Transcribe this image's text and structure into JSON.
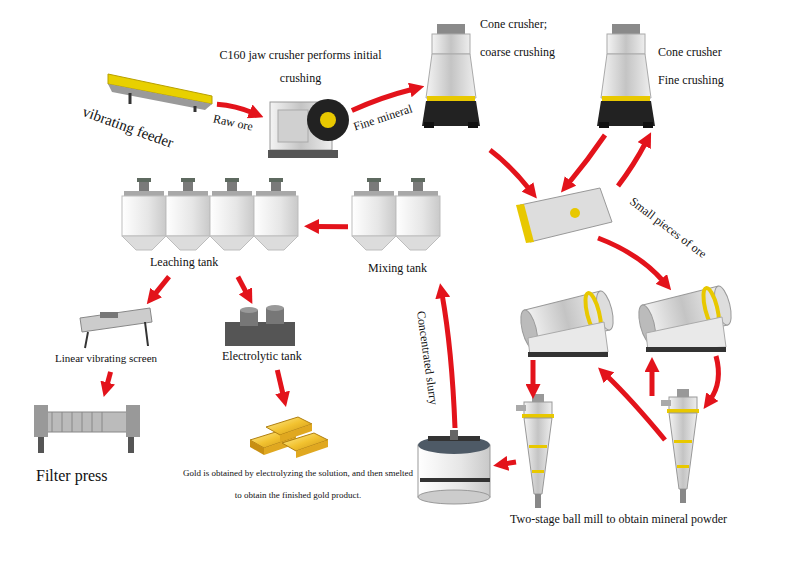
{
  "diagram": {
    "nodes": [
      {
        "text": [
          "vibrating feeder"
        ]
      },
      {
        "text": [
          "C160 jaw crusher performs initial crushing"
        ]
      },
      {
        "text": [
          "Cone crusher; coarse crushing"
        ]
      },
      {
        "text": [
          "Cone crusher Fine crushing"
        ]
      },
      {
        "text": [
          "Leaching tank"
        ]
      },
      {
        "text": [
          "Mixing tank"
        ]
      },
      {
        "text": [
          "Linear vibrating screen"
        ]
      },
      {
        "text": [
          "Electrolytic tank"
        ]
      },
      {
        "text": [
          "Gold is obtained by electrolyzing the solution, and then smelted to obtain the finished gold product."
        ]
      },
      {
        "text": [
          "Filter press"
        ]
      }
    ],
    "edges": [
      {
        "from": 0,
        "to": 1,
        "label": "Raw ore",
        "arrow": "to"
      },
      {
        "from": 1,
        "to": 2,
        "label": "Fine mineral",
        "arrow": "to"
      },
      {
        "from": 5,
        "to": 4,
        "arrow": "to"
      },
      {
        "from": 4,
        "to": 6,
        "arrow": "to"
      },
      {
        "from": 4,
        "to": 7,
        "arrow": "to"
      },
      {
        "from": 7,
        "to": 8,
        "arrow": "to"
      },
      {
        "from": 6,
        "to": 9,
        "arrow": "to"
      }
    ],
    "labels": [
      "Small pieces of ore",
      "Concentrated slurry",
      "Two-stage ball mill to obtain mineral powder"
    ]
  }
}
